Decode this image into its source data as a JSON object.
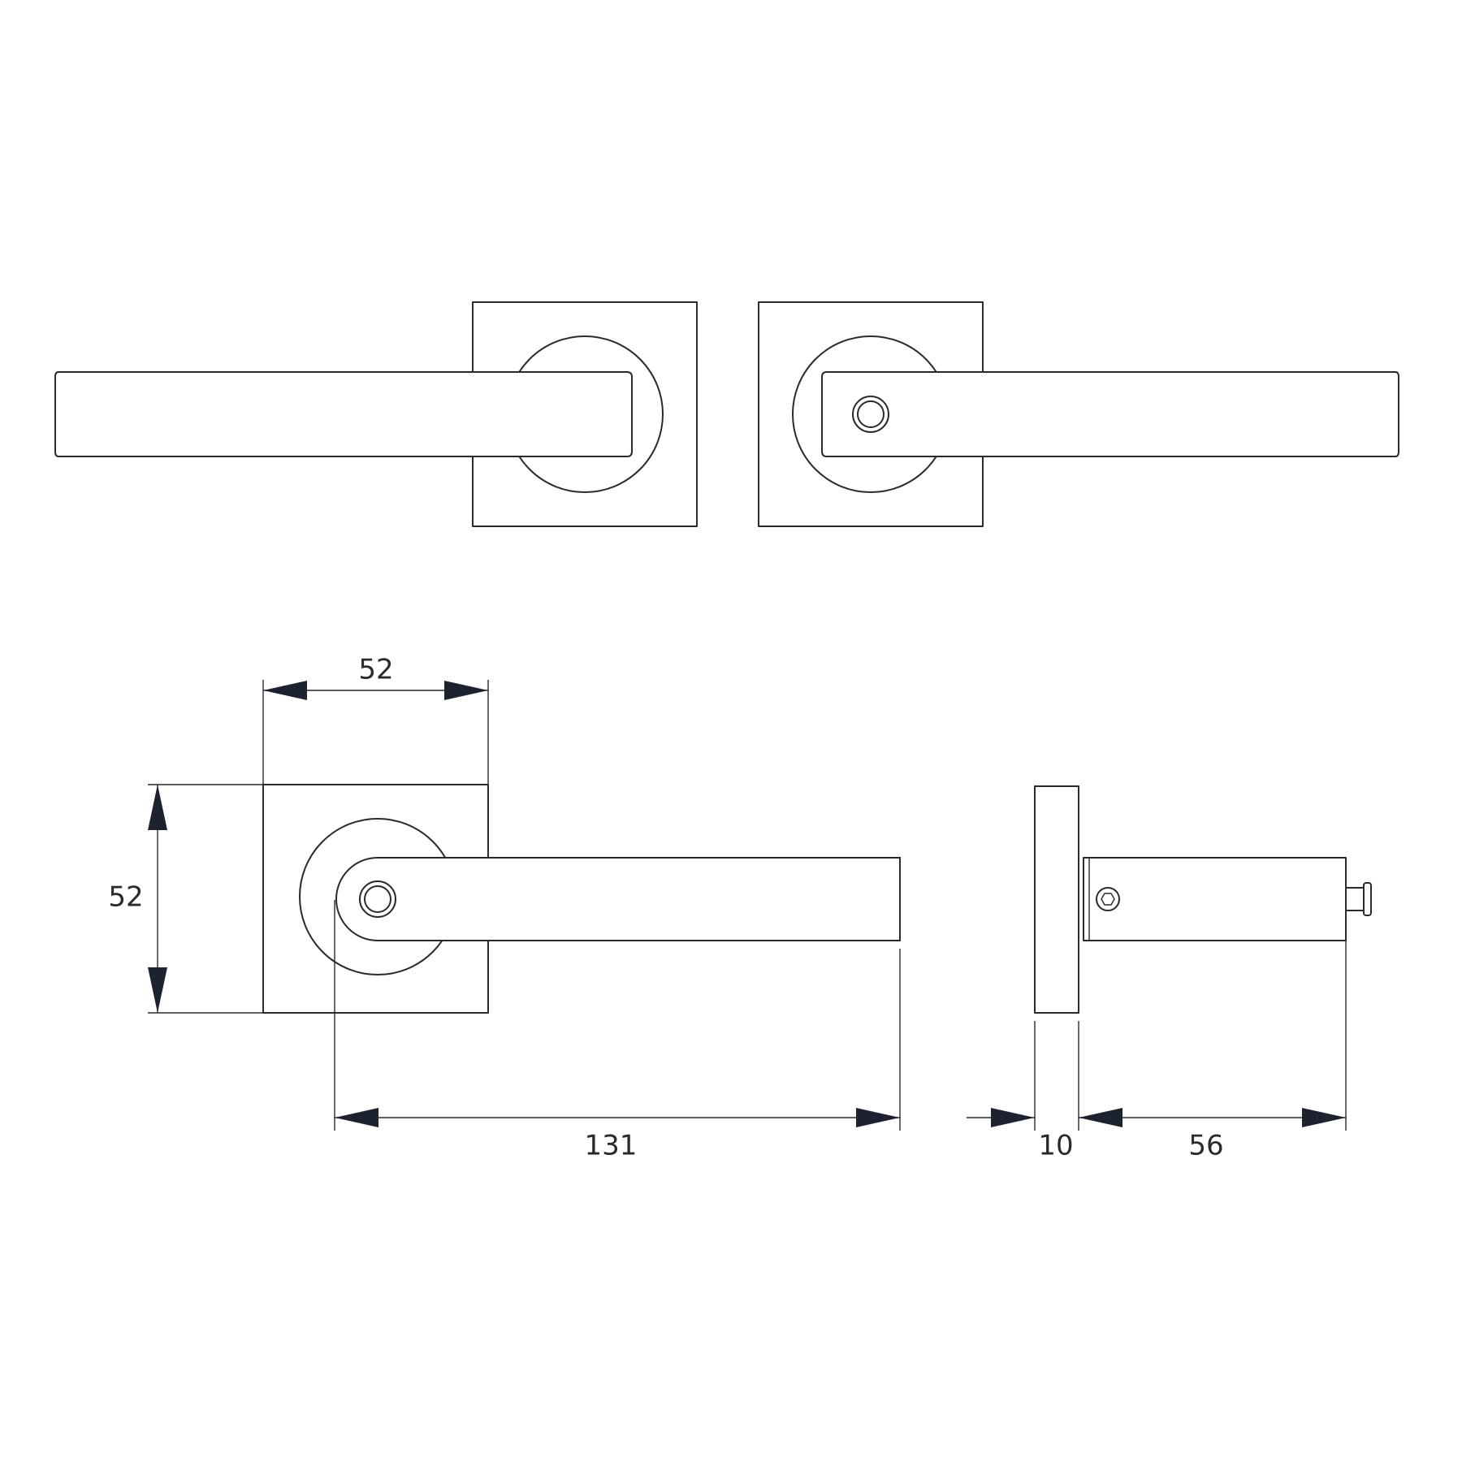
{
  "drawing": {
    "subject": "door-lever-on-square-rose",
    "colors": {
      "line": "#2a2a2a",
      "arrow": "#1c2230",
      "background": "#ffffff"
    },
    "dimensions": {
      "rose_width": "52",
      "rose_height": "52",
      "lever_length": "131",
      "rose_depth": "10",
      "lever_projection": "56"
    }
  }
}
